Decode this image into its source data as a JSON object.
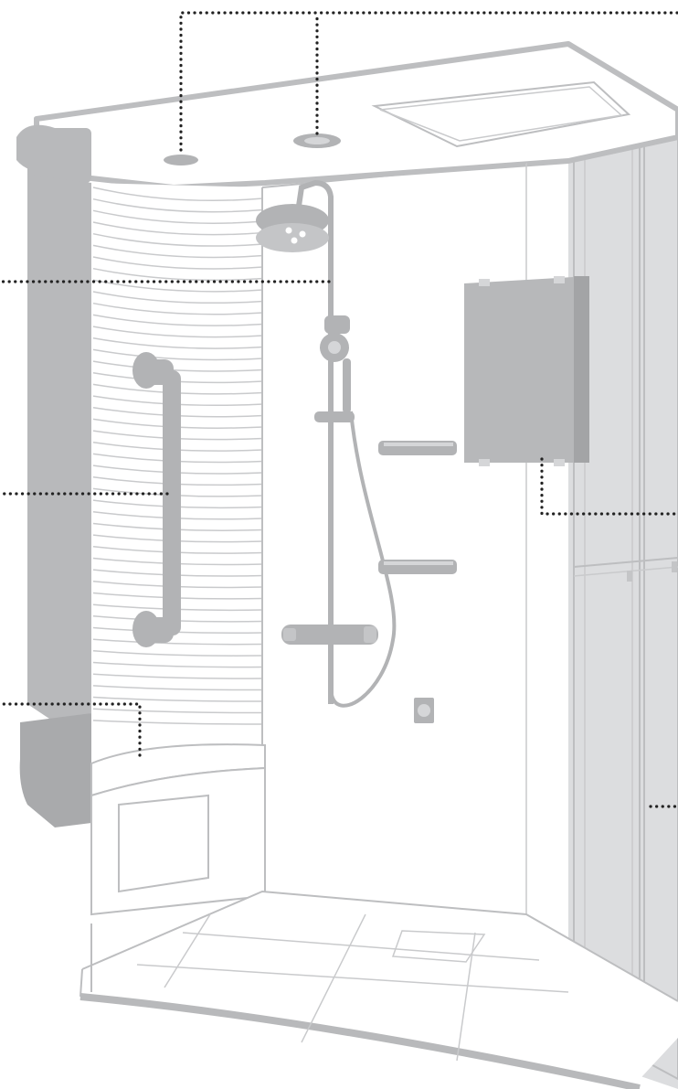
{
  "diagram": {
    "subject": "shower-cabin",
    "colors": {
      "frame": "#b8b9bb",
      "fixture": "#b2b3b5",
      "line": "#c9cacc",
      "leader": "#222222",
      "background": "#ffffff"
    },
    "callouts": [
      {
        "id": "ceiling-light",
        "label": ""
      },
      {
        "id": "overhead-shower-outlet",
        "label": ""
      },
      {
        "id": "shower-column",
        "label": ""
      },
      {
        "id": "grab-bar",
        "label": ""
      },
      {
        "id": "seat",
        "label": ""
      },
      {
        "id": "door-panel",
        "label": ""
      },
      {
        "id": "side-glass-panel",
        "label": ""
      }
    ]
  }
}
